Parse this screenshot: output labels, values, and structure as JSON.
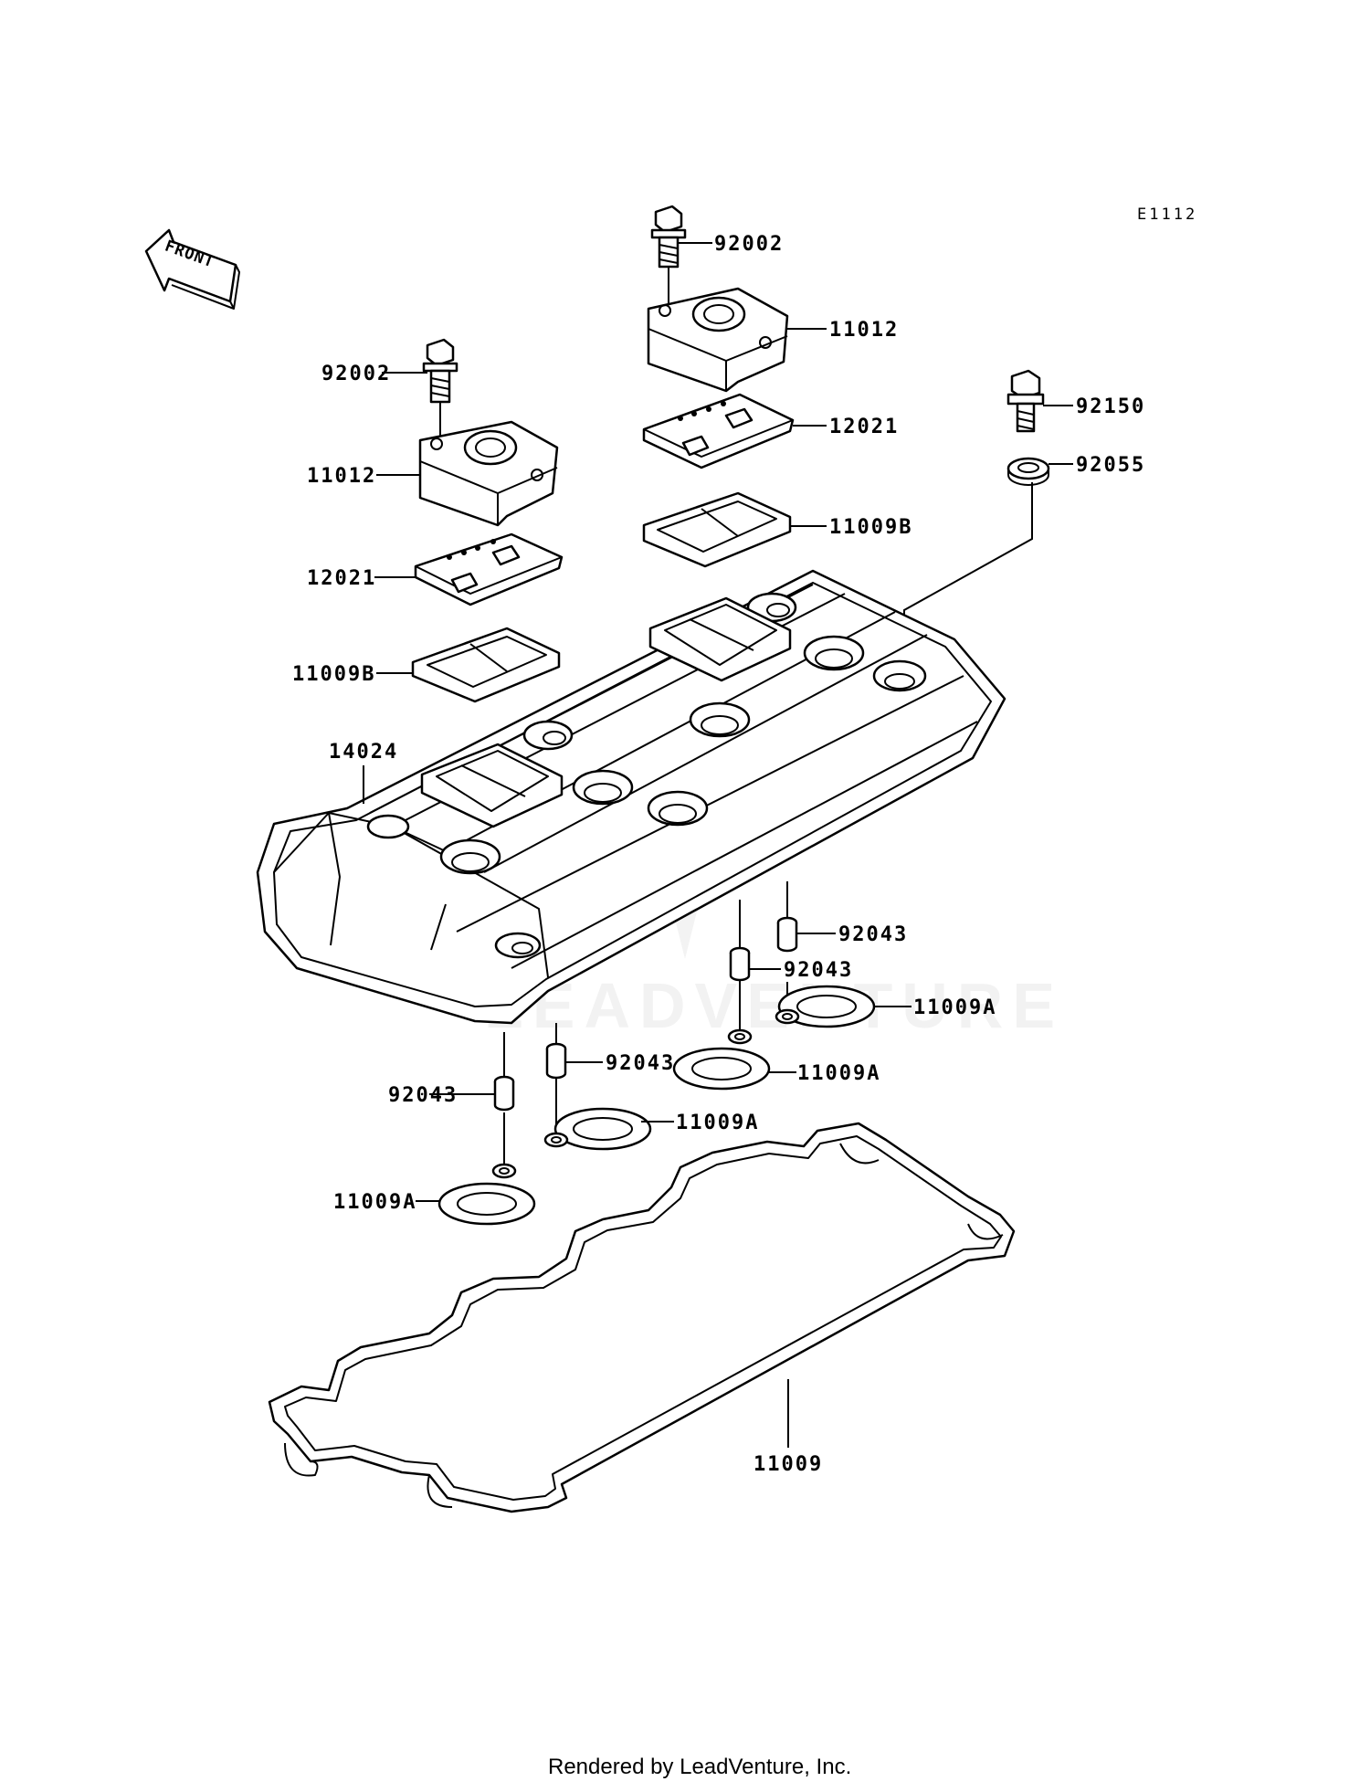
{
  "diagram_id": "E1112",
  "front_label": "FRONT",
  "watermark": "LEADVENTURE",
  "footer": "Rendered by LeadVenture, Inc.",
  "labels": {
    "bolt_left": "92002",
    "bolt_right": "92002",
    "cap_left": "11012",
    "cap_right": "11012",
    "plate_left": "12021",
    "plate_right": "12021",
    "gasket_b_left": "11009B",
    "gasket_b_right": "11009B",
    "bolt_92150": "92150",
    "washer_92055": "92055",
    "cover": "14024",
    "dowel_1": "92043",
    "dowel_2": "92043",
    "dowel_3": "92043",
    "dowel_4": "92043",
    "oring_1": "11009A",
    "oring_2": "11009A",
    "oring_3": "11009A",
    "oring_4": "11009A",
    "head_gasket": "11009"
  }
}
